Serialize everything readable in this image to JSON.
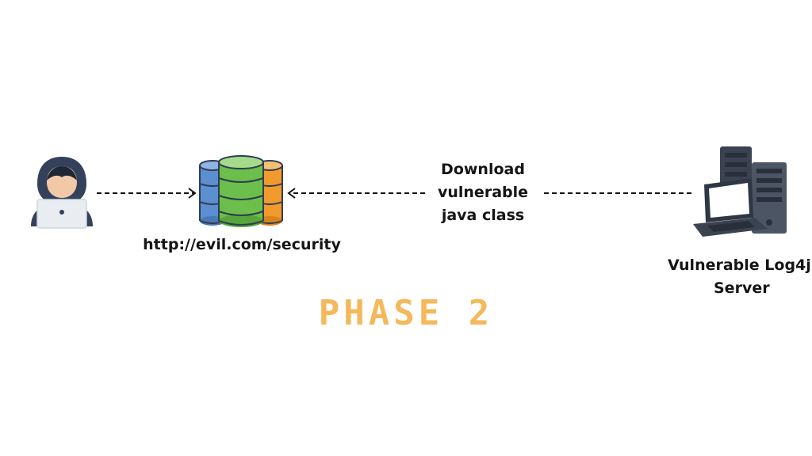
{
  "diagram": {
    "nodes": {
      "attacker": {
        "icon": "hooded-hacker-laptop-icon"
      },
      "database": {
        "icon": "database-stack-icon",
        "label": "http://evil.com/security"
      },
      "server": {
        "icon": "server-with-laptop-icon",
        "label_line1": "Vulnerable Log4j",
        "label_line2": "Server"
      }
    },
    "edges": [
      {
        "from": "attacker",
        "to": "database",
        "style": "dashed",
        "arrow": "to"
      },
      {
        "from": "server",
        "to": "database",
        "style": "dashed",
        "arrow": "to",
        "label_line1": "Download",
        "label_line2": "vulnerable",
        "label_line3": "java class"
      }
    ],
    "title": "PHASE 2"
  },
  "colors": {
    "title": "#f5b85a",
    "hacker_hood": "#34415a",
    "database_green": "#6dbf4b",
    "database_blue": "#5b8fd1",
    "database_orange": "#f29a2e",
    "server_dark": "#3b4351"
  }
}
